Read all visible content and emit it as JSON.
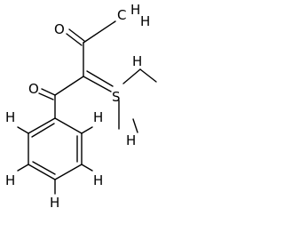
{
  "atoms": {
    "o_top": "O",
    "o_left": "O",
    "s": "S",
    "h": "H",
    "c": "C"
  }
}
